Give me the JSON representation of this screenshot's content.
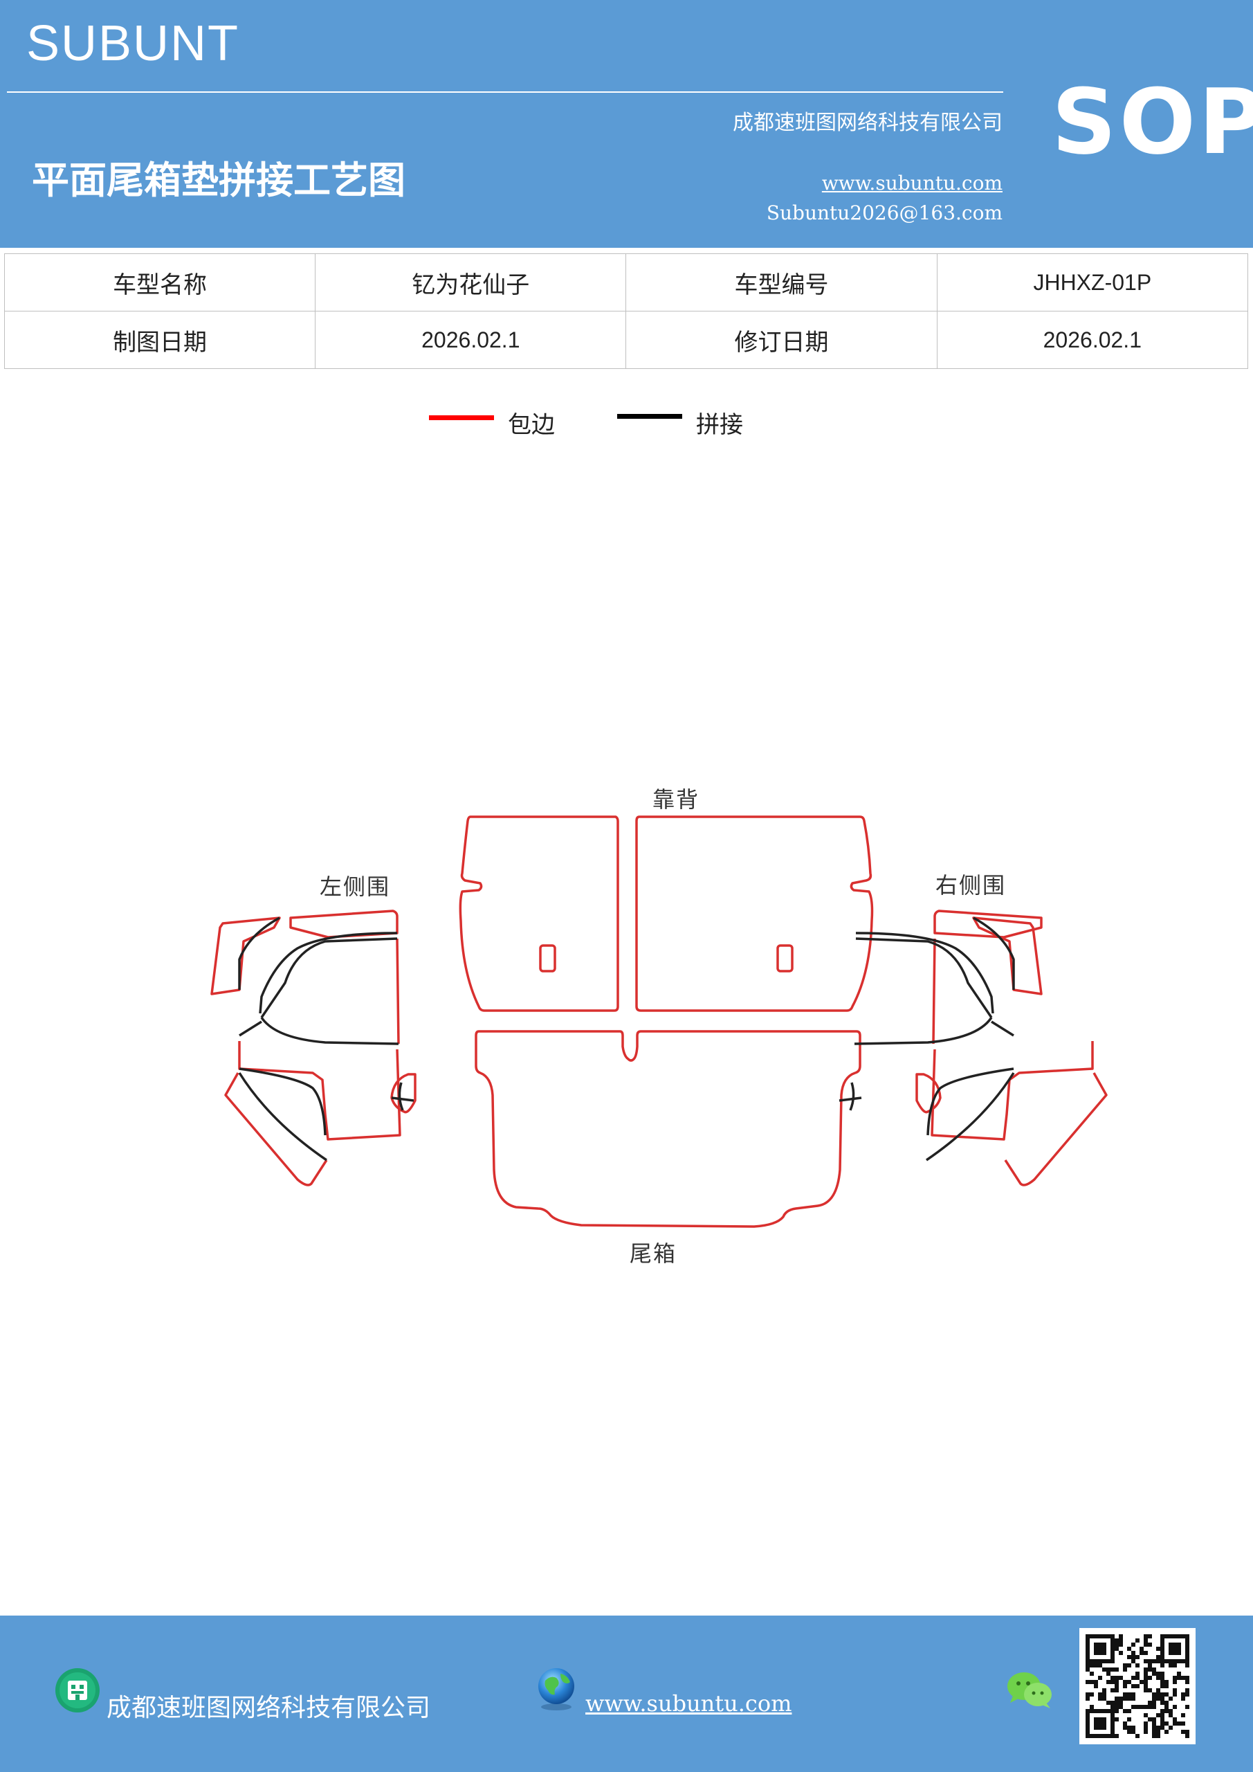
{
  "header": {
    "brand": "SUBUNT",
    "sop": "SOP",
    "company": "成都速班图网络科技有限公司",
    "title": "平面尾箱垫拼接工艺图",
    "website": "www.subuntu.com",
    "email": "Subuntu2026@163.com"
  },
  "info_table": {
    "rows": [
      [
        "车型名称",
        "钇为花仙子",
        "车型编号",
        "JHHXZ-01P"
      ],
      [
        "制图日期",
        "2026.02.1",
        "修订日期",
        "2026.02.1"
      ]
    ]
  },
  "legend": {
    "items": [
      {
        "label": "包边",
        "color": "#ff0000"
      },
      {
        "label": "拼接",
        "color": "#000000"
      }
    ]
  },
  "diagram": {
    "labels": {
      "backrest": "靠背",
      "left_side": "左侧围",
      "right_side": "右侧围",
      "trunk": "尾箱"
    },
    "edge_color": "#d9302f",
    "seam_color": "#222222"
  },
  "footer": {
    "company": "成都速班图网络科技有限公司",
    "website": "www.subuntu.com"
  },
  "icons": {
    "company": "building-icon",
    "website": "globe-icon",
    "wechat": "wechat-icon",
    "qr": "qr-code-icon"
  },
  "colors": {
    "band": "#5b9bd5",
    "red_edge": "#d9302f"
  }
}
